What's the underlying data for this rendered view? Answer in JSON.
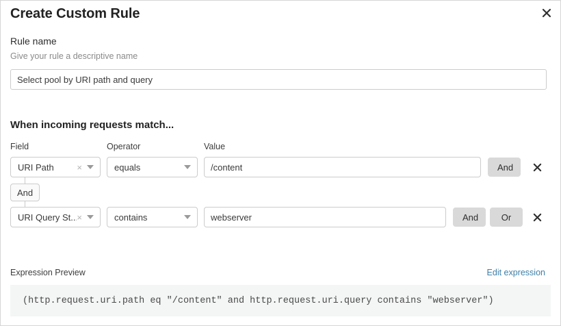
{
  "dialog": {
    "title": "Create Custom Rule",
    "close_icon": "close-icon"
  },
  "rule_name": {
    "label": "Rule name",
    "help": "Give your rule a descriptive name",
    "value": "Select pool by URI path and query",
    "placeholder": "Select pool by URI path and query"
  },
  "match_section": {
    "heading": "When incoming requests match...",
    "columns": {
      "field": "Field",
      "operator": "Operator",
      "value": "Value"
    },
    "connector": {
      "label": "And"
    },
    "rows": [
      {
        "field": "URI Path",
        "clear": "×",
        "operator": "equals",
        "value": "/content",
        "and_label": "And",
        "delete_icon": "delete-icon"
      },
      {
        "field": "URI Query St...",
        "clear": "×",
        "operator": "contains",
        "value": "webserver",
        "and_label": "And",
        "or_label": "Or",
        "delete_icon": "delete-icon"
      }
    ]
  },
  "expression_preview": {
    "label": "Expression Preview",
    "edit_link": "Edit expression",
    "code": "(http.request.uri.path eq \"/content\" and http.request.uri.query contains \"webserver\")"
  },
  "colors": {
    "accent_link": "#3d7fa8",
    "logic_button_bg": "#d9d9d9",
    "code_bg": "#f4f5f5",
    "border": "#cbcbcb",
    "muted_text": "#8a8a8a"
  }
}
